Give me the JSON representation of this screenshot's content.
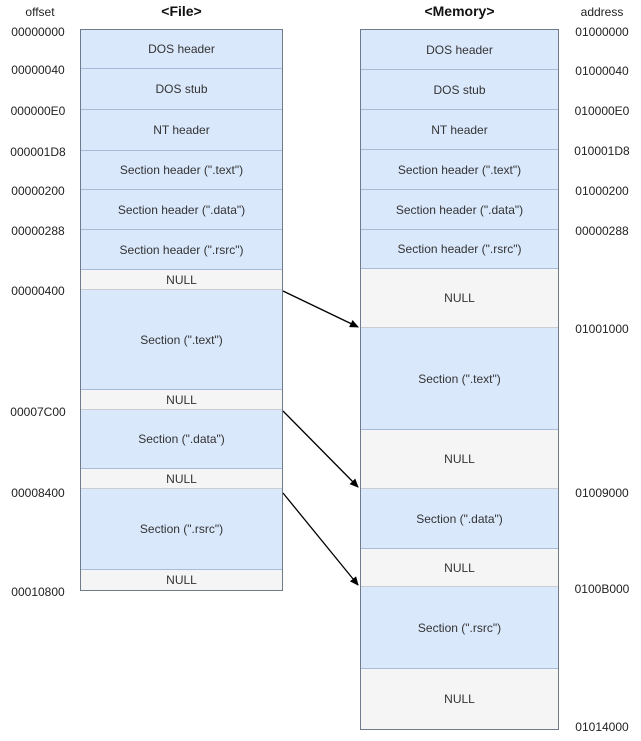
{
  "file_column": {
    "axis_label": "offset",
    "title": "<File>",
    "blocks": [
      {
        "label": "DOS header",
        "kind": "section"
      },
      {
        "label": "DOS stub",
        "kind": "section"
      },
      {
        "label": "NT header",
        "kind": "section"
      },
      {
        "label": "Section header (\".text\")",
        "kind": "section"
      },
      {
        "label": "Section header (\".data\")",
        "kind": "section"
      },
      {
        "label": "Section header (\".rsrc\")",
        "kind": "section"
      },
      {
        "label": "NULL",
        "kind": "null"
      },
      {
        "label": "Section (\".text\")",
        "kind": "section"
      },
      {
        "label": "NULL",
        "kind": "null"
      },
      {
        "label": "Section (\".data\")",
        "kind": "section"
      },
      {
        "label": "NULL",
        "kind": "null"
      },
      {
        "label": "Section (\".rsrc\")",
        "kind": "section"
      },
      {
        "label": "NULL",
        "kind": "null"
      }
    ],
    "offsets": [
      "00000000",
      "00000040",
      "000000E0",
      "000001D8",
      "00000200",
      "00000288",
      "00000400",
      "00007C00",
      "00008400",
      "00010800"
    ]
  },
  "memory_column": {
    "axis_label": "address",
    "title": "<Memory>",
    "blocks": [
      {
        "label": "DOS header",
        "kind": "section"
      },
      {
        "label": "DOS stub",
        "kind": "section"
      },
      {
        "label": "NT header",
        "kind": "section"
      },
      {
        "label": "Section header (\".text\")",
        "kind": "section"
      },
      {
        "label": "Section header (\".data\")",
        "kind": "section"
      },
      {
        "label": "Section header (\".rsrc\")",
        "kind": "section"
      },
      {
        "label": "NULL",
        "kind": "null"
      },
      {
        "label": "Section (\".text\")",
        "kind": "section"
      },
      {
        "label": "NULL",
        "kind": "null"
      },
      {
        "label": "Section (\".data\")",
        "kind": "section"
      },
      {
        "label": "NULL",
        "kind": "null"
      },
      {
        "label": "Section (\".rsrc\")",
        "kind": "section"
      },
      {
        "label": "NULL",
        "kind": "null"
      }
    ],
    "addresses": [
      "01000000",
      "01000040",
      "010000E0",
      "010001D8",
      "01000200",
      "00000288",
      "01001000",
      "01009000",
      "0100B000",
      "01014000"
    ]
  },
  "mappings": [
    {
      "section": "Section (\".text\")",
      "file_offset": "00000400",
      "memory_address": "01001000"
    },
    {
      "section": "Section (\".data\")",
      "file_offset": "00007C00",
      "memory_address": "01009000"
    },
    {
      "section": "Section (\".rsrc\")",
      "file_offset": "00008400",
      "memory_address": "0100B000"
    }
  ],
  "colors": {
    "section_fill": "#dae8fc",
    "null_fill": "#f5f5f6",
    "arrow": "#000000"
  }
}
